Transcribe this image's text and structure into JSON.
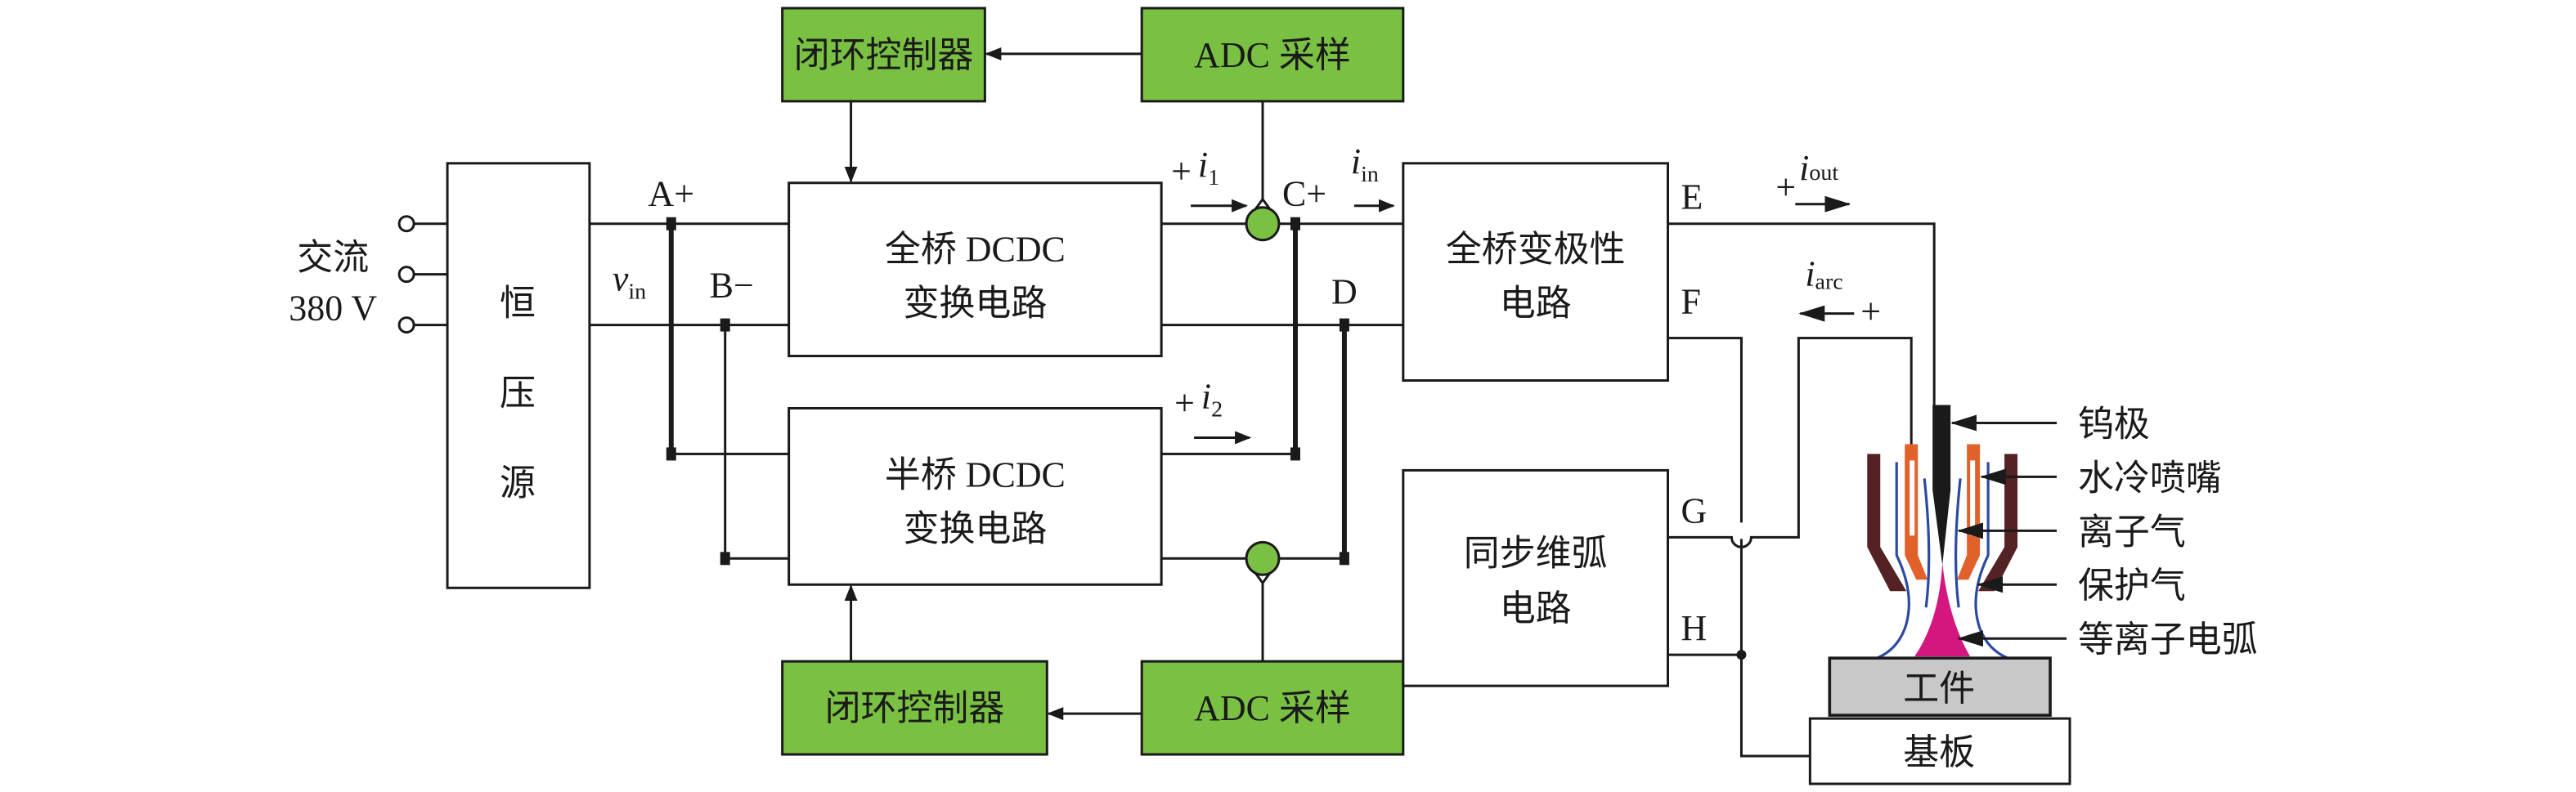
{
  "colors": {
    "controller_fill": "#7ac143",
    "sensor_fill": "#7ac143",
    "electrode": "#1a1a1a",
    "outer_nozzle": "#542224",
    "water_cooled_nozzle": "#e0612a",
    "gas_flow": "#2b4aa0",
    "plasma_arc": "#d4177f",
    "workpiece": "#c8c8c8"
  },
  "input": {
    "line1": "交流",
    "line2": "380 V"
  },
  "cv_source": {
    "chars": [
      "恒",
      "压",
      "源"
    ]
  },
  "nodes": {
    "a": "A+",
    "b": "B−",
    "c": "C+",
    "d": "D",
    "e": "E",
    "f": "F",
    "g": "G",
    "h": "H"
  },
  "vin": {
    "base": "v",
    "sub": "in"
  },
  "full_bridge": {
    "line1": "全桥 DCDC",
    "line2": "变换电路"
  },
  "half_bridge": {
    "line1": "半桥 DCDC",
    "line2": "变换电路"
  },
  "top_controller": "闭环控制器",
  "top_adc": "ADC 采样",
  "bottom_controller": "闭环控制器",
  "bottom_adc": "ADC 采样",
  "currents": {
    "i1": {
      "sign": "+",
      "base": "i",
      "sub": "1"
    },
    "i2": {
      "sign": "+",
      "base": "i",
      "sub": "2"
    },
    "iin": {
      "base": "i",
      "sub": "in"
    },
    "iout": {
      "sign": "+",
      "base": "i",
      "sub": "out"
    },
    "iarc": {
      "sign": "+",
      "base": "i",
      "sub": "arc"
    }
  },
  "polarity_circuit": {
    "line1": "全桥变极性",
    "line2": "电路"
  },
  "arc_sustain_circuit": {
    "line1": "同步维弧",
    "line2": "电路"
  },
  "torch_labels": [
    "钨极",
    "水冷喷嘴",
    "离子气",
    "保护气",
    "等离子电弧"
  ],
  "workpiece": "工件",
  "base_plate": "基板"
}
